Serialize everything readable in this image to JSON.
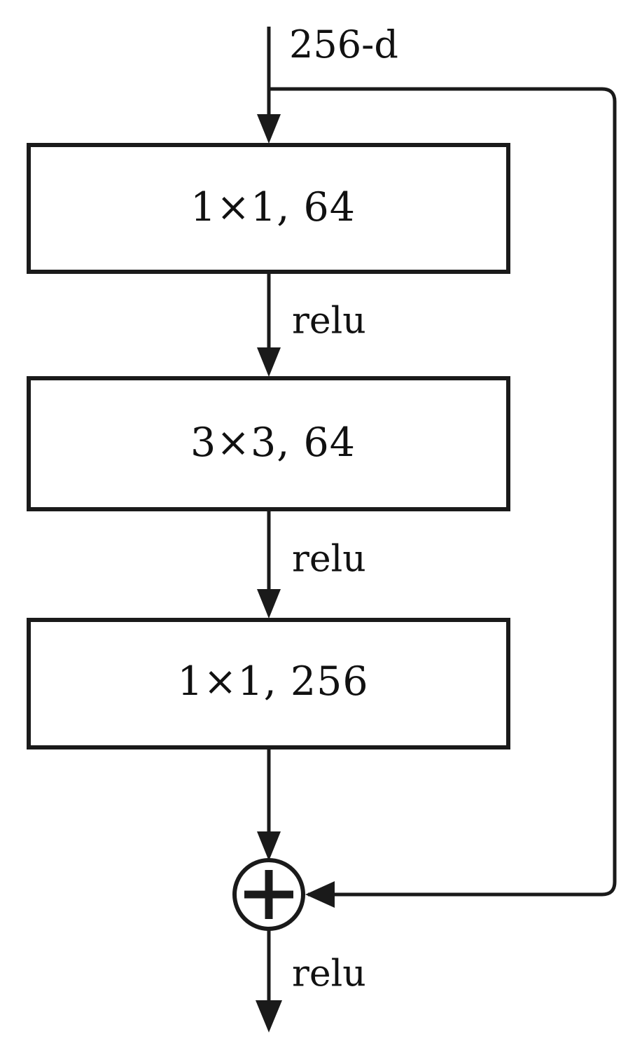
{
  "diagram": {
    "title": "residual-bottleneck-block",
    "input_label": "256-d",
    "blocks": [
      {
        "id": "conv1",
        "label": "1×1, 64"
      },
      {
        "id": "conv2",
        "label": "3×3, 64"
      },
      {
        "id": "conv3",
        "label": "1×1, 256"
      }
    ],
    "activations": [
      {
        "id": "relu-1",
        "label": "relu"
      },
      {
        "id": "relu-2",
        "label": "relu"
      },
      {
        "id": "relu-out",
        "label": "relu"
      }
    ],
    "sum_node": {
      "id": "add",
      "symbol": "+"
    },
    "colors": {
      "stroke": "#1a1a1a",
      "fill": "#ffffff",
      "text": "#111111",
      "background": "#ffffff"
    }
  }
}
